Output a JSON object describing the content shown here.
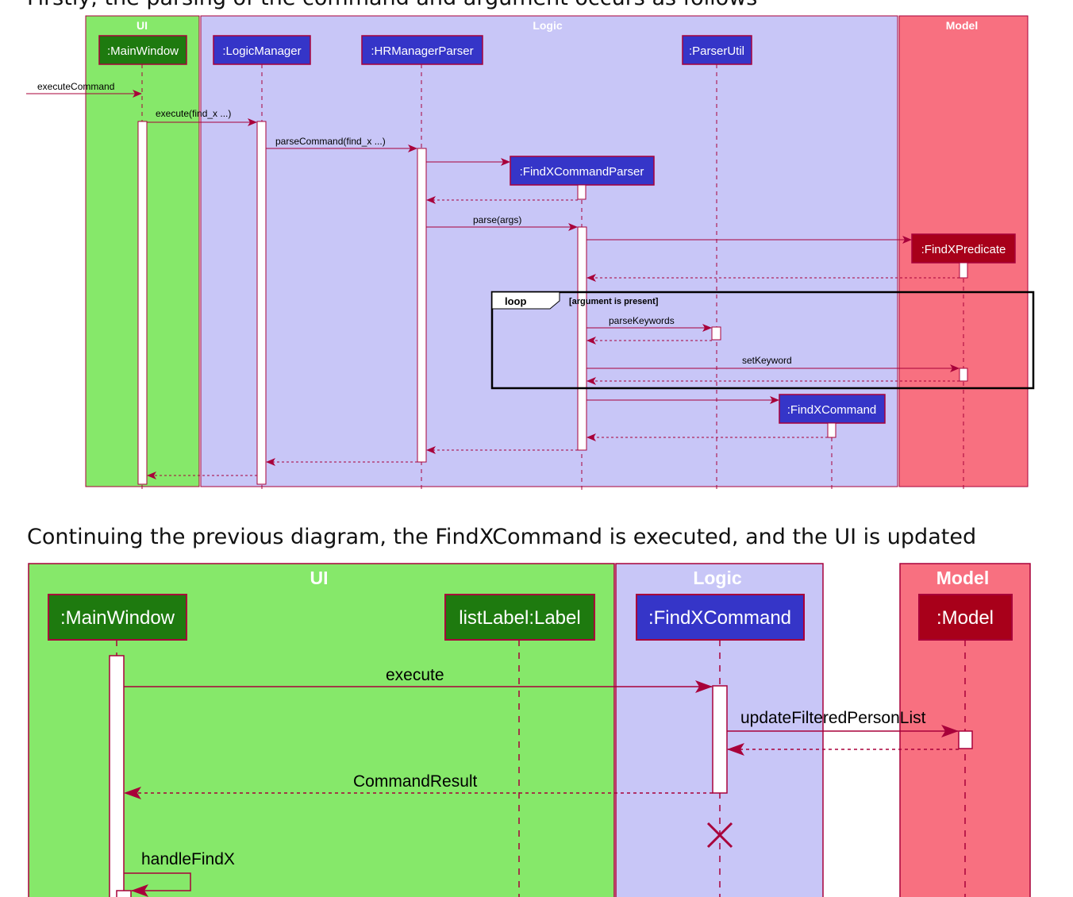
{
  "captions": {
    "first": "Firstly, the parsing of the command and argument occurs as follows",
    "second": "Continuing the previous diagram, the FindXCommand is executed, and the UI is updated"
  },
  "diagram1": {
    "boxes": {
      "ui": "UI",
      "logic": "Logic",
      "model": "Model"
    },
    "participants": {
      "main_window": ":MainWindow",
      "logic_manager": ":LogicManager",
      "hr_manager_parser": ":HRManagerParser",
      "find_x_command_parser": ":FindXCommandParser",
      "parser_util": ":ParserUtil",
      "find_x_predicate": ":FindXPredicate",
      "find_x_command": ":FindXCommand"
    },
    "messages": {
      "execute_command": "executeCommand",
      "execute": "execute(find_x ...)",
      "parse_command": "parseCommand(find_x ...)",
      "parse": "parse(args)",
      "parse_keywords": "parseKeywords",
      "set_keyword": "setKeyword"
    },
    "loop": {
      "keyword": "loop",
      "guard": "[argument is present]"
    }
  },
  "diagram2": {
    "boxes": {
      "ui": "UI",
      "logic": "Logic",
      "model": "Model"
    },
    "participants": {
      "main_window": ":MainWindow",
      "list_label": "listLabel:Label",
      "find_x_command": ":FindXCommand",
      "model": ":Model"
    },
    "messages": {
      "execute": "execute",
      "update_filtered": "updateFilteredPersonList",
      "command_result": "CommandResult",
      "handle_find_x": "handleFindX"
    }
  },
  "colors": {
    "ui_box": "#86e86a",
    "logic_box": "#c8c6f7",
    "model_box": "#f87080",
    "ui_participant": "#1e7a0f",
    "logic_participant": "#3535c8",
    "model_participant": "#a8001a",
    "border": "#a8003a",
    "arrow": "#a8003a"
  }
}
